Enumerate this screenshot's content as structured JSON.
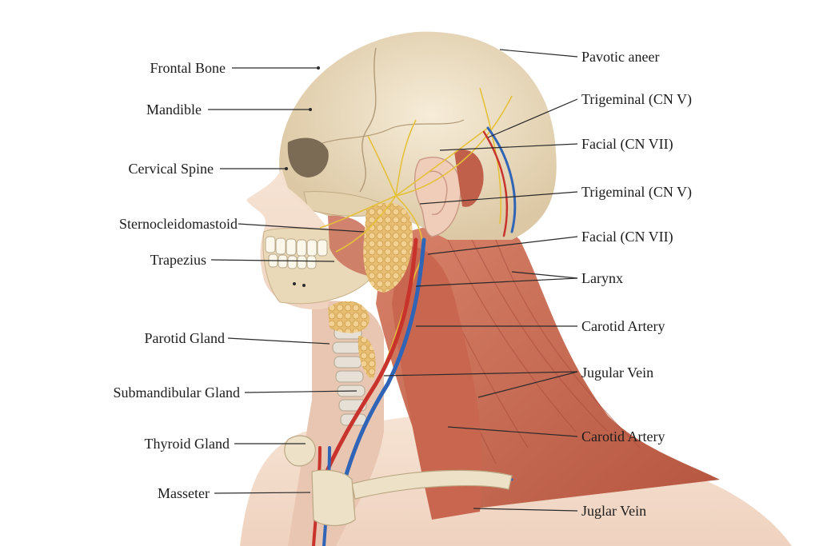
{
  "labels_left": [
    "Frontal Bone",
    "Mandible",
    "Cervical Spine",
    "Sternocleidomastoid",
    "Trapezius",
    "Parotid Gland",
    "Submandibular Gland",
    "Thyroid Gland",
    "Masseter"
  ],
  "labels_right": [
    "Pavotic aneer",
    "Trigeminal (CN V)",
    "Facial (CN VII)",
    "Trigeminal (CN V)",
    "Facial (CN VII)",
    "Larynx",
    "Carotid Artery",
    "Jugular Vein",
    "Carotid Artery",
    "Juglar Vein"
  ],
  "colors": {
    "background": "#ffffff",
    "skin": "#f1dccb",
    "bone": "#ece0c6",
    "muscle": "#c96d55",
    "gland": "#e9c27a",
    "nerve": "#e6c23a",
    "artery": "#c8332c",
    "vein": "#2f64b6",
    "leader": "#2a2a2a"
  }
}
